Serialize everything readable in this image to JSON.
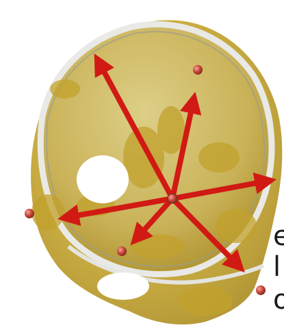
{
  "figure": {
    "subject": "skull-volume-render",
    "arrow_color": "#d11a14",
    "bone_color": "#c8a832",
    "cortical_rim_color": "#e9e9e6",
    "landmark_color": "#c9443a"
  },
  "edge_text": {
    "line1": "e",
    "line2": "l",
    "line3": "o"
  }
}
